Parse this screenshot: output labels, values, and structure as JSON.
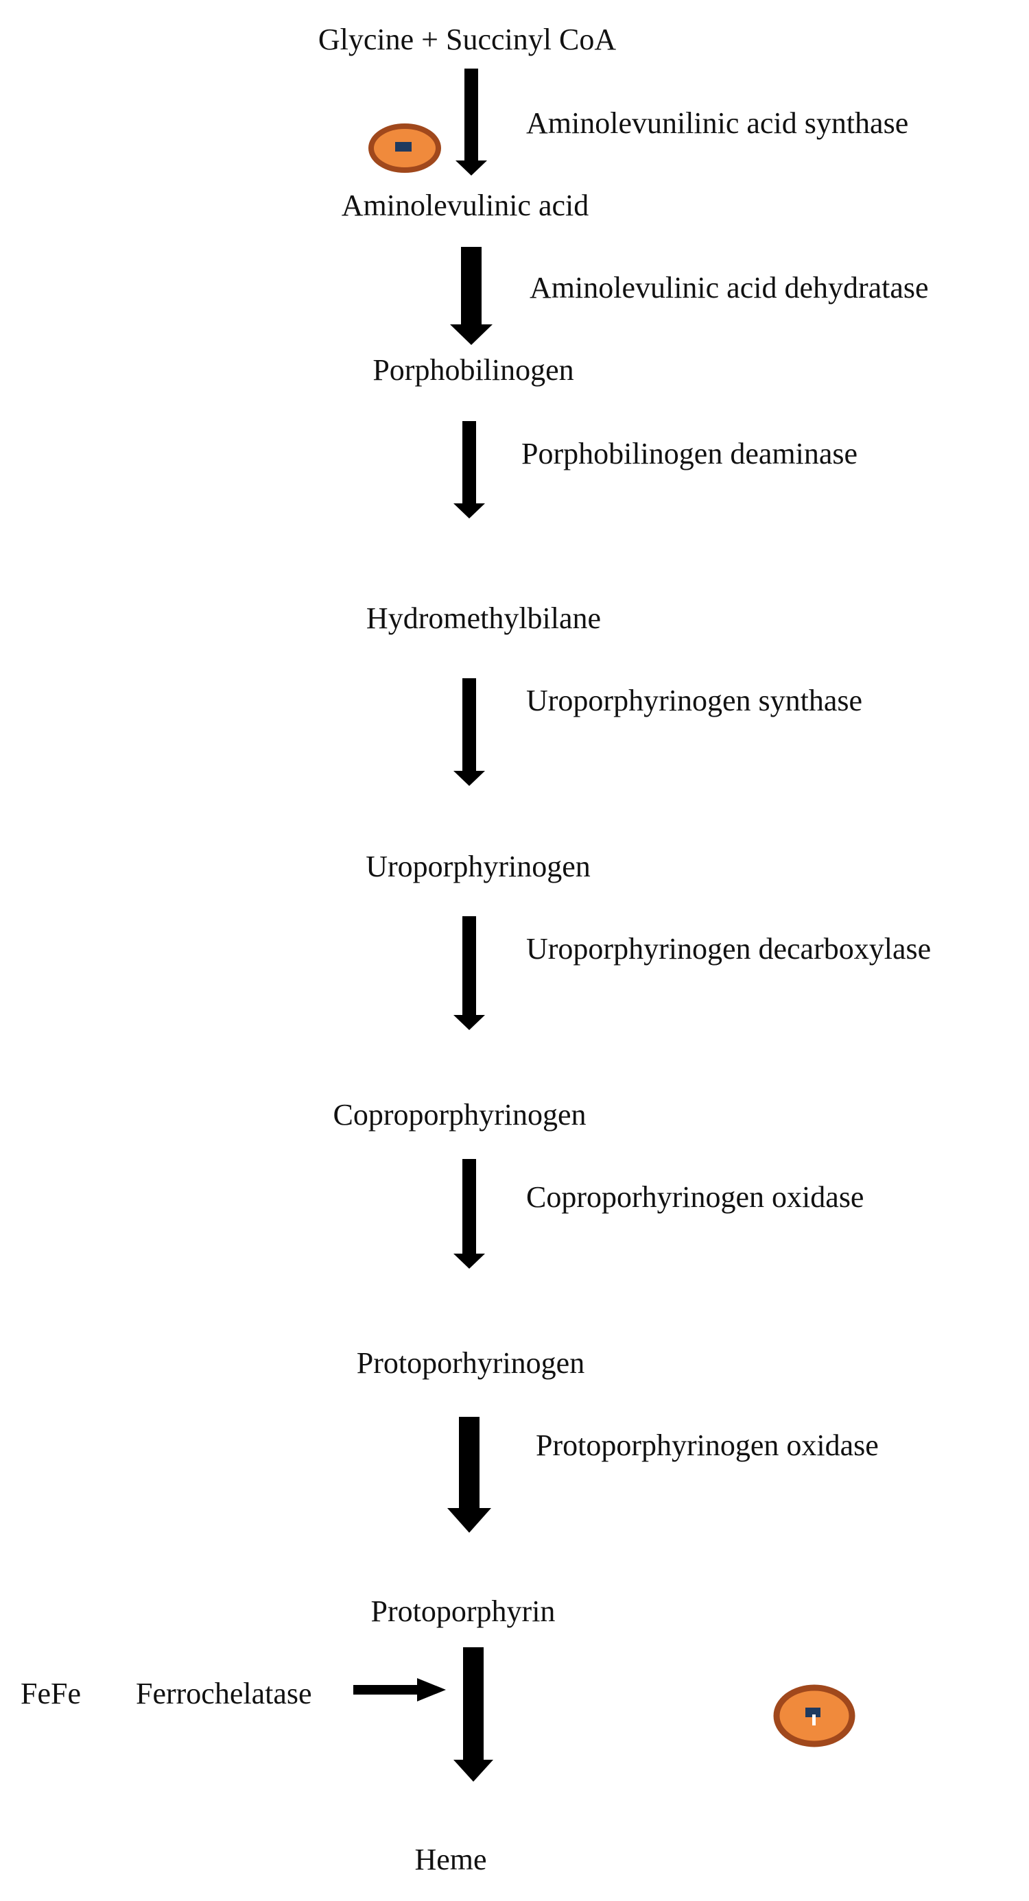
{
  "metabolites": [
    {
      "id": "glycine-succinyl-coa",
      "label": "Glycine + Succinyl CoA"
    },
    {
      "id": "aminolevulinic-acid",
      "label": "Aminolevulinic acid"
    },
    {
      "id": "porphobilinogen",
      "label": "Porphobilinogen"
    },
    {
      "id": "hydromethylbilane",
      "label": "Hydromethylbilane"
    },
    {
      "id": "uroporphyrinogen",
      "label": "Uroporphyrinogen"
    },
    {
      "id": "coproporphyrinogen",
      "label": "Coproporphyrinogen"
    },
    {
      "id": "protoporhyrinogen",
      "label": "Protoporhyrinogen"
    },
    {
      "id": "protoporphyrin",
      "label": "Protoporphyrin"
    },
    {
      "id": "heme",
      "label": "Heme"
    }
  ],
  "enzymes": [
    {
      "id": "ala-synthase",
      "label": "Aminolevunilinic acid synthase"
    },
    {
      "id": "ala-dehydratase",
      "label": "Aminolevulinic acid dehydratase"
    },
    {
      "id": "pbg-deaminase",
      "label": "Porphobilinogen deaminase"
    },
    {
      "id": "uro-synthase",
      "label": "Uroporphyrinogen synthase"
    },
    {
      "id": "uro-decarboxylase",
      "label": "Uroporphyrinogen decarboxylase"
    },
    {
      "id": "copro-oxidase",
      "label": "Coproporhyrinogen oxidase"
    },
    {
      "id": "proto-oxidase",
      "label": "Protoporphyrinogen oxidase"
    }
  ],
  "ferrochelatase": {
    "iron_label": "FeFe",
    "enzyme_label": "Ferrochelatase"
  },
  "colors": {
    "arrow": "#000000",
    "cell_fill": "#f08a3c",
    "cell_ring": "#a0481c",
    "nucleus": "#1f3a5f"
  }
}
